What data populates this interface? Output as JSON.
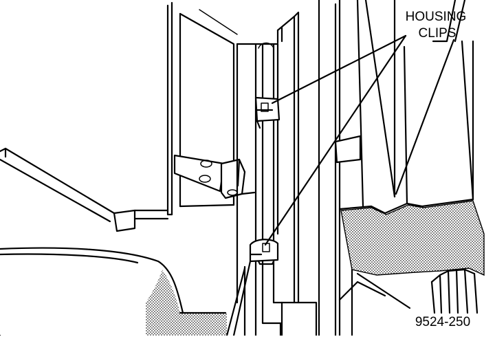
{
  "diagram": {
    "labels": {
      "callout_line1": "HOUSING",
      "callout_line2": "CLIPS",
      "figure_number": "9524-250"
    }
  },
  "colors": {
    "ink": "#000000",
    "paper": "#ffffff",
    "stipple": "#555555"
  }
}
